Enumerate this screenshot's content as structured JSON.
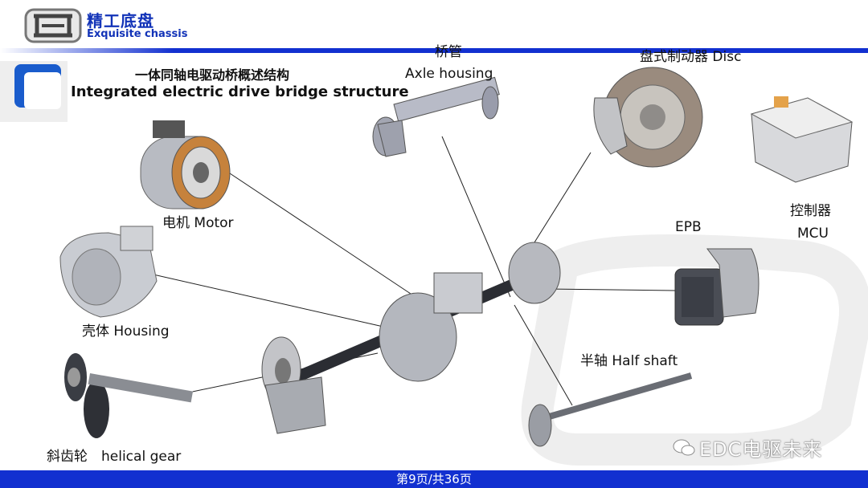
{
  "header": {
    "brand_cn": "精工底盘",
    "brand_en": "Exquisite  chassis"
  },
  "title": {
    "cn": "一体同轴电驱动桥概述结构",
    "en": "Integrated electric drive bridge structure"
  },
  "labels": {
    "axle_cn": "桥管",
    "axle_en": "Axle housing",
    "disc": "盘式制动器 Disc",
    "motor": "电机 Motor",
    "controller_cn": "控制器",
    "controller_en": "MCU",
    "epb": "EPB",
    "housing": "壳体 Housing",
    "half_shaft": "半轴 Half shaft",
    "gear": "斜齿轮　helical gear"
  },
  "footer": {
    "page": "第9页/共36页"
  },
  "watermark": {
    "text": "EDC电驱未来"
  },
  "colors": {
    "brand_blue": "#1230d0",
    "metal": "#a9acb3",
    "dark_metal": "#4a4d55"
  },
  "icons": {
    "logo": "hino-logo-icon",
    "badge": "title-badge-icon",
    "wechat": "wechat-icon"
  }
}
